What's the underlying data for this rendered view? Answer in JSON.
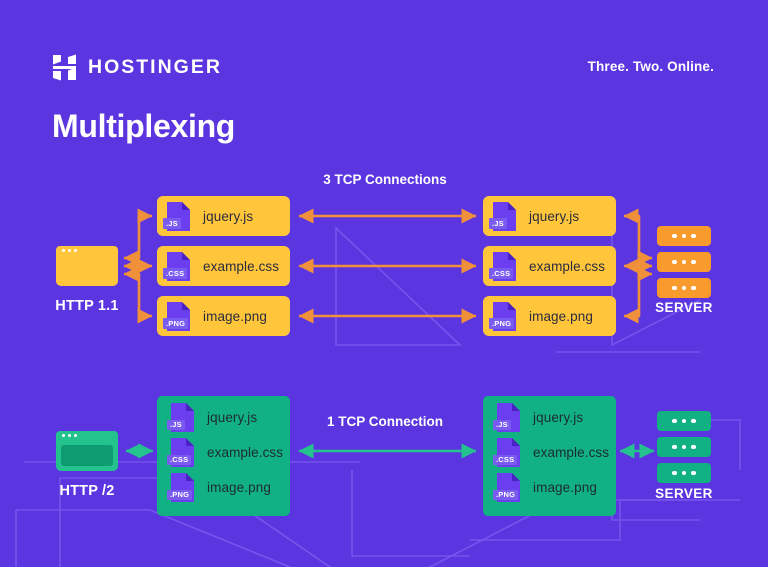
{
  "header": {
    "brand": "HOSTINGER",
    "brand_icon": "hostinger-logo-icon",
    "tagline": "Three. Two. Online.",
    "title": "Multiplexing"
  },
  "colors": {
    "background": "#5a35e0",
    "orange_card": "#ffc63c",
    "orange_arrow": "#f0903a",
    "orange_server": "#f89b2c",
    "green_panel": "#11b183",
    "green_accent": "#24c38e",
    "green_dark": "#0f9b72",
    "file_icon": "#6b3ff0",
    "badge": "#7a5bf0",
    "text_light": "#ffffff",
    "text_dark": "#2b2b3d"
  },
  "diagram": {
    "top_section": {
      "protocol_label": "HTTP 1.1",
      "connection_label": "3 TCP Connections",
      "browser_icon": "browser-window-icon",
      "client_files": [
        {
          "name": "jquery.js",
          "ext": ".JS",
          "icon": "file-js-icon"
        },
        {
          "name": "example.css",
          "ext": ".CSS",
          "icon": "file-css-icon"
        },
        {
          "name": "image.png",
          "ext": ".PNG",
          "icon": "file-png-icon"
        }
      ],
      "server_files": [
        {
          "name": "jquery.js",
          "ext": ".JS",
          "icon": "file-js-icon"
        },
        {
          "name": "example.css",
          "ext": ".CSS",
          "icon": "file-css-icon"
        },
        {
          "name": "image.png",
          "ext": ".PNG",
          "icon": "file-png-icon"
        }
      ],
      "server_label": "SERVER",
      "server_icon": "server-stack-icon",
      "connection_count": 3
    },
    "bottom_section": {
      "protocol_label": "HTTP /2",
      "connection_label": "1 TCP Connection",
      "browser_icon": "browser-window-icon",
      "client_files": [
        {
          "name": "jquery.js",
          "ext": ".JS",
          "icon": "file-js-icon"
        },
        {
          "name": "example.css",
          "ext": ".CSS",
          "icon": "file-css-icon"
        },
        {
          "name": "image.png",
          "ext": ".PNG",
          "icon": "file-png-icon"
        }
      ],
      "server_files": [
        {
          "name": "jquery.js",
          "ext": ".JS",
          "icon": "file-js-icon"
        },
        {
          "name": "example.css",
          "ext": ".CSS",
          "icon": "file-css-icon"
        },
        {
          "name": "image.png",
          "ext": ".PNG",
          "icon": "file-png-icon"
        }
      ],
      "server_label": "SERVER",
      "server_icon": "server-stack-icon",
      "connection_count": 1
    }
  }
}
